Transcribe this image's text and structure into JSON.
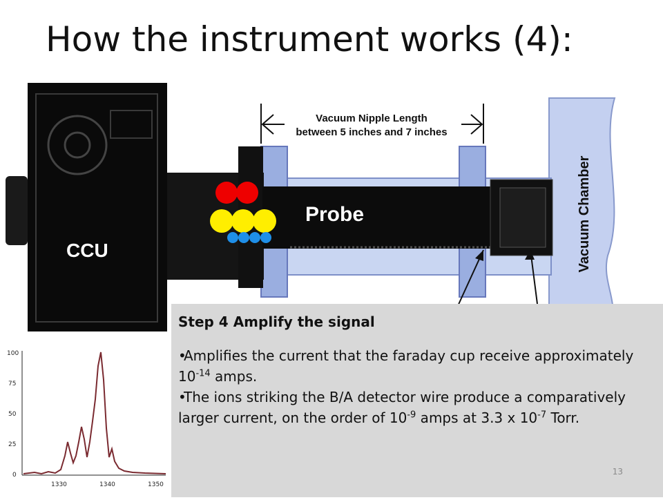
{
  "slide": {
    "title": "How the instrument works (4):",
    "number": "13"
  },
  "diagram": {
    "labels": {
      "ccu": "CCU",
      "probe": "Probe",
      "vacuum_chamber": "Vacuum Chamber",
      "nipple_line1": "Vacuum Nipple Length",
      "nipple_line2": "between 5 inches and 7 inches"
    },
    "colors": {
      "particle_red": "#ee0000",
      "particle_yellow": "#ffee00",
      "particle_blue": "#1f8fe8",
      "flange_blue": "#9aaee0",
      "chamber_blue": "#c4d0f0"
    }
  },
  "spectrum": {
    "y_ticks": [
      "100",
      "75",
      "50",
      "25",
      "0"
    ],
    "x_ticks": [
      "1330",
      "1340",
      "1350"
    ]
  },
  "callout": {
    "heading": "Step 4 Amplify the signal",
    "item1": {
      "pre": "Amplifies the current that the faraday cup receive approximately 10",
      "exp": "-14",
      "post": " amps."
    },
    "item2": {
      "pre": "The ions striking the B/A detector wire produce a comparatively larger current, on the order of 10",
      "exp": "-9",
      "mid": " amps at 3.3 x 10",
      "exp2": "-7",
      "post": " Torr."
    }
  }
}
